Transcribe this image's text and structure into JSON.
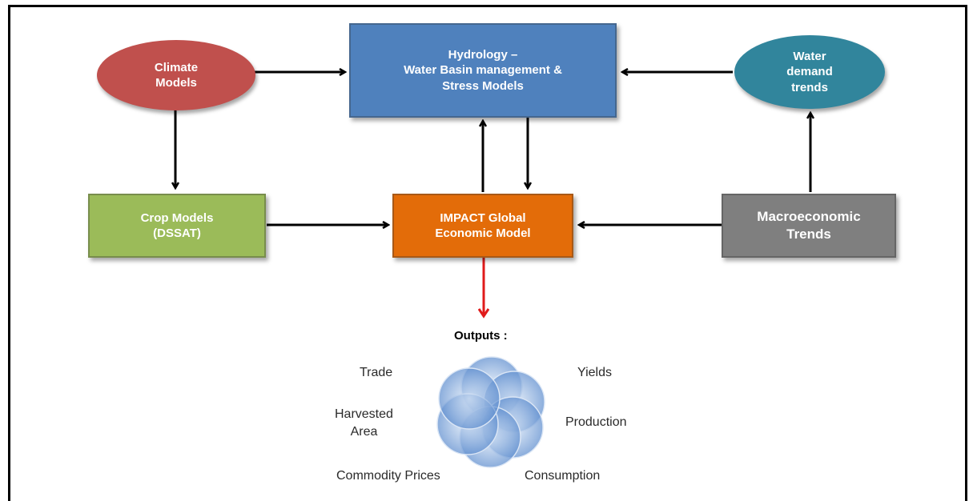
{
  "nodes": {
    "climate": {
      "label": "Climate\nModels",
      "color": "#c0504d"
    },
    "hydrology": {
      "label": "Hydrology –\nWater Basin management &\nStress Models",
      "color": "#4f81bd"
    },
    "water_demand": {
      "label": "Water\ndemand\ntrends",
      "color": "#31859c"
    },
    "crop": {
      "label": "Crop Models\n(DSSAT)",
      "color": "#9bbb59"
    },
    "impact": {
      "label": "IMPACT Global\nEconomic Model",
      "color": "#e36c09"
    },
    "macro": {
      "label": "Macroeconomic\nTrends",
      "color": "#7f7f7f"
    }
  },
  "outputs": {
    "title": "Outputs :",
    "items": {
      "trade": "Trade",
      "yields": "Yields",
      "harvested_area": "Harvested\nArea",
      "production": "Production",
      "commodity_prices": "Commodity Prices",
      "consumption": "Consumption"
    }
  },
  "colors": {
    "arrow": "#000000",
    "output_arrow": "#e01b1b",
    "flower": "#5b8fd0"
  }
}
